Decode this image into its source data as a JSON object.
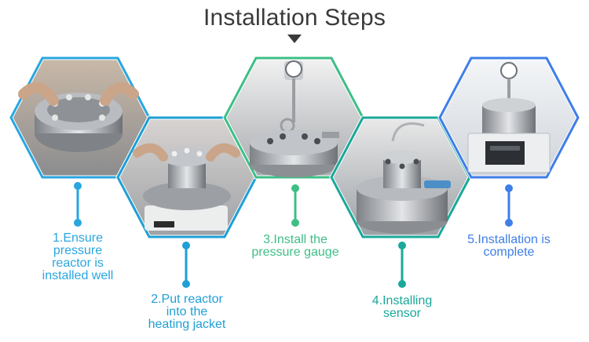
{
  "title": "Installation Steps",
  "steps": [
    {
      "lines": [
        "1.Ensure",
        "pressure",
        "reactor is",
        "installed well"
      ],
      "color": "#29a6e0"
    },
    {
      "lines": [
        "2.Put reactor",
        "into the",
        "heating jacket"
      ],
      "color": "#1e9fd6"
    },
    {
      "lines": [
        "3.Install the",
        "pressure gauge"
      ],
      "color": "#3dbf86"
    },
    {
      "lines": [
        "4.Installing",
        "sensor"
      ],
      "color": "#1aa89a"
    },
    {
      "lines": [
        "5.Installation is",
        "complete"
      ],
      "color": "#3f7ee8"
    }
  ],
  "title_color": "#3a3a3a"
}
